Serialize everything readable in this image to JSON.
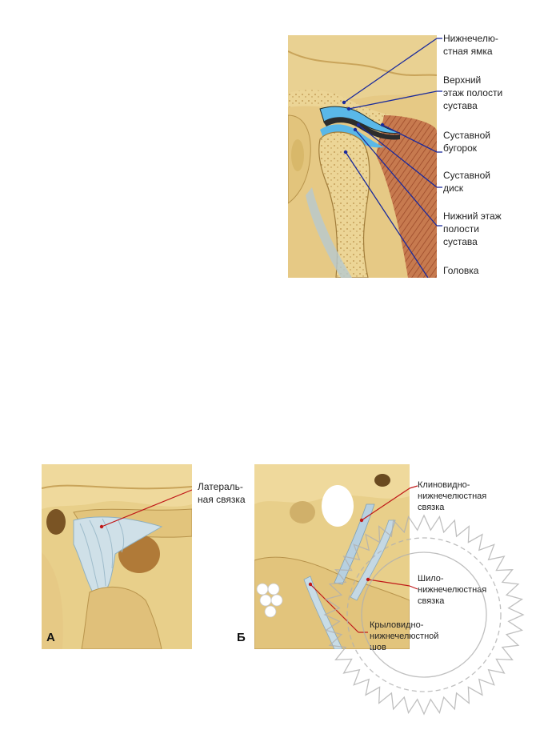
{
  "figure_top": {
    "labels": [
      {
        "lines": [
          "Нижнечелю-",
          "стная ямка"
        ]
      },
      {
        "lines": [
          "Верхний",
          "этаж полости",
          "сустава"
        ]
      },
      {
        "lines": [
          "Суставной",
          "бугорок"
        ]
      },
      {
        "lines": [
          "Суставной",
          "диск"
        ]
      },
      {
        "lines": [
          "Нижний  этаж",
          "полости",
          "сустава"
        ]
      },
      {
        "lines": [
          "Головка"
        ]
      }
    ]
  },
  "figure_a": {
    "letter": "А",
    "label_lines": [
      "Латераль-",
      "ная связка"
    ]
  },
  "figure_b": {
    "letter": "Б",
    "labels": [
      {
        "lines": [
          "Клиновидно-",
          "нижнечелюстная",
          "связка"
        ]
      },
      {
        "lines": [
          "Шило-",
          "нижнечелюстная",
          "связка"
        ]
      },
      {
        "lines": [
          "Крыловидно-",
          "нижнечелюстной",
          "шов"
        ]
      }
    ]
  },
  "colors": {
    "bone": "#e8cf8a",
    "bone_dark": "#c9a45a",
    "cavity_blue": "#5ab8e8",
    "muscle": "#c0704a",
    "leader_blue": "#1a2a9c",
    "leader_red": "#c01818",
    "stamp": "#b0b0b0"
  }
}
